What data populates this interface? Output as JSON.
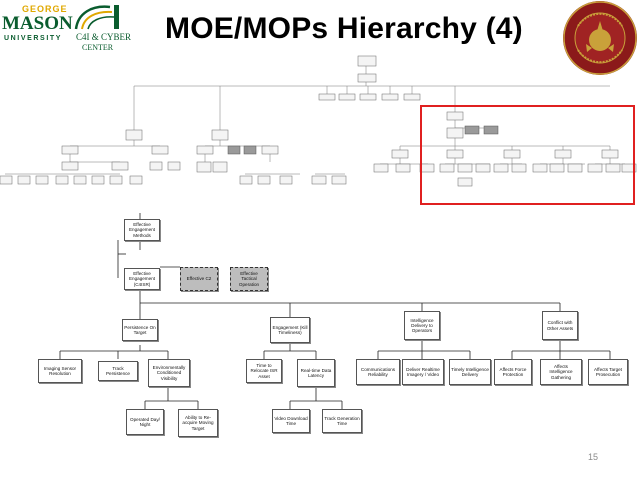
{
  "logos": {
    "gmu_top": "GEORGE",
    "gmu_main": "MASON",
    "gmu_bottom": "UNIVERSITY",
    "c4i_line1": "C4I & CYBER",
    "c4i_line2": "CENTER",
    "seal_name": "marine-corps-seal"
  },
  "slide": {
    "title": "MOE/MOPs Hierarchy (4)",
    "page_number": "15"
  },
  "colors": {
    "highlight": "#e02020",
    "gmu_green": "#0a5c2e",
    "gmu_gold": "#e0a800",
    "seal_red": "#8b1a1a",
    "node_gray": "#bdbdbd"
  },
  "hierarchy": {
    "root": "Effective Engagement Methods",
    "level2": {
      "main": "Effective Engagement (C4ISR)",
      "others": [
        "Effective C2",
        "Effective Tactical Operation"
      ]
    },
    "level3": [
      {
        "label": "Persistence On Target",
        "children": [
          {
            "label": "Imaging Sensor Resolution"
          },
          {
            "label": "Track Persistence"
          },
          {
            "label": "Environmentally Conditioned Visibility",
            "children": [
              "Operated Day/ Night",
              "Ability to Re-acquire Moving Target"
            ]
          }
        ]
      },
      {
        "label": "Engagement (Kill Timeliness)",
        "children": [
          {
            "label": "Time to Relocate ISR Asset"
          },
          {
            "label": "Real-time Data Latency",
            "children": [
              "Video Download Time",
              "Track Generation Time"
            ]
          }
        ]
      },
      {
        "label": "Intelligence Delivery to Operators",
        "children": [
          {
            "label": "Communications Reliability"
          },
          {
            "label": "Deliver Realtime Imagery / Video"
          },
          {
            "label": "Timely Intelligence Delivery"
          }
        ]
      },
      {
        "label": "Conflict with Other Assets",
        "children": [
          {
            "label": "Affects Force Protection"
          },
          {
            "label": "Affects Intelligence Gathering"
          },
          {
            "label": "Affects Target Prosecution"
          }
        ]
      }
    ]
  }
}
